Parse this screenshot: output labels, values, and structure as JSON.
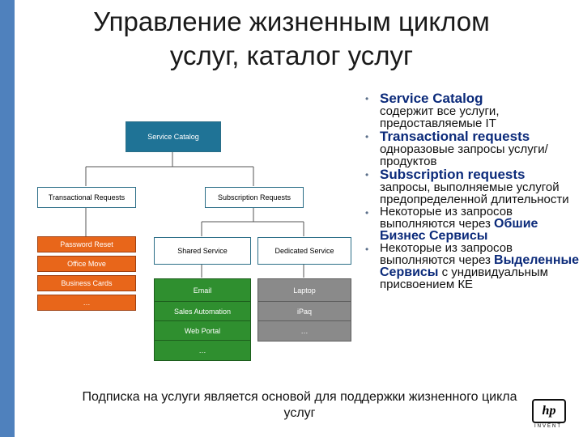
{
  "title": {
    "line1": "Управление жизненным циклом",
    "line2": "услуг, каталог услуг"
  },
  "diagram": {
    "root": "Service Catalog",
    "transactional": "Transactional Requests",
    "subscription": "Subscription Requests",
    "transactional_items": [
      "Password Reset",
      "Office Move",
      "Business Cards",
      "…"
    ],
    "shared": "Shared Service",
    "dedicated": "Dedicated Service",
    "shared_items": [
      "Email",
      "Sales Automation",
      "Web Portal",
      "…"
    ],
    "dedicated_items": [
      "Laptop",
      "iPaq",
      "…"
    ]
  },
  "bullets": [
    {
      "head": "Service Catalog",
      "text": "содержит все услуги, предоставляемые IT"
    },
    {
      "head": "Transactional requests",
      "text": "одноразовые запросы услуги/продуктов"
    },
    {
      "head": "Subscription requests",
      "text": "запросы, выполняемые услугой предопределенной длительности"
    },
    {
      "pre": "Некоторые из запросов выполняются через",
      "hl": "Обшие Бизнес Сервисы"
    },
    {
      "pre": "Некоторые из запросов выполняются через",
      "hl": "Выделенные Сервисы",
      "post": "с ундивидуальным присвоением КЕ"
    }
  ],
  "footer": {
    "line1": "Подписка на услуги является основой для поддержки жизненного цикла",
    "line2": "услуг"
  },
  "logo": {
    "mark": "hp",
    "word": "INVENT"
  },
  "colors": {
    "accent": "#4f81bd",
    "diagram_blue": "#1f7396",
    "orange": "#e8661a",
    "green": "#2f8f2f",
    "gray": "#8a8a8a",
    "heading_blue": "#0b2a7a"
  }
}
